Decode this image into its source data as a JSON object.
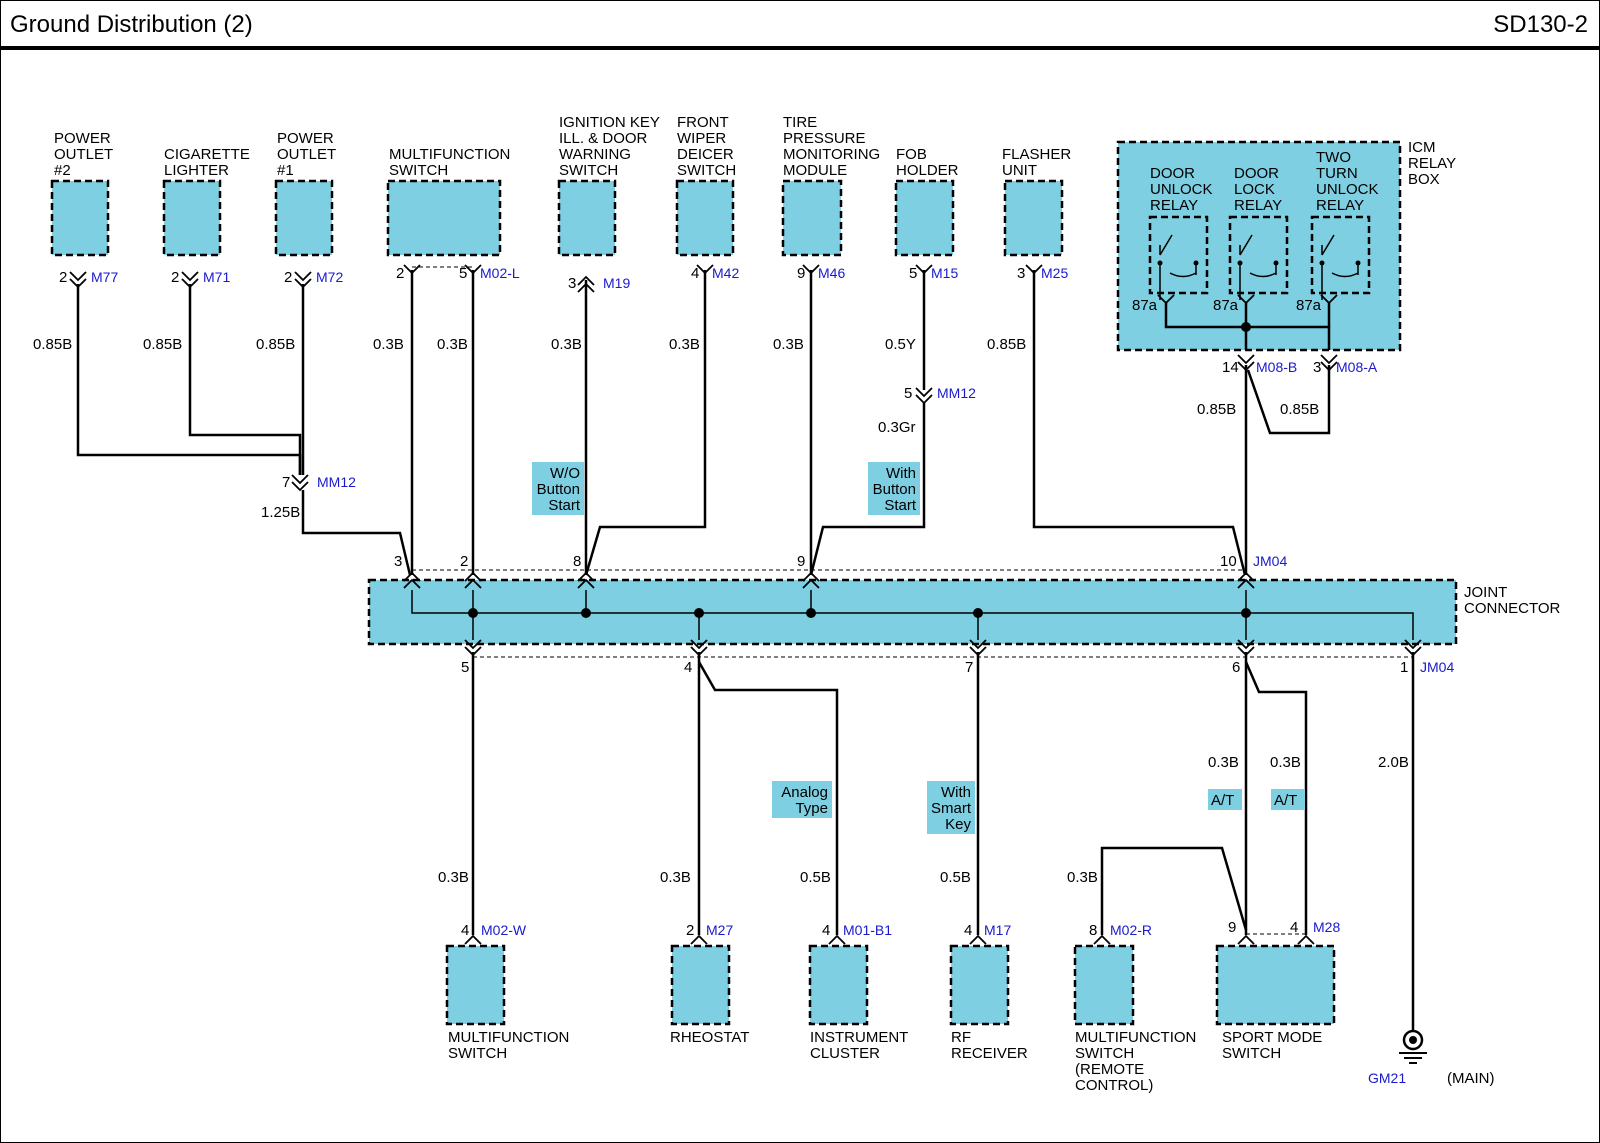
{
  "header": {
    "title": "Ground Distribution (2)",
    "code": "SD130-2"
  },
  "colors": {
    "component_fill": "#7ecfe2",
    "connector_text": "#1a1acc",
    "wire": "#000000"
  },
  "icons": {
    "ground": "ground-icon",
    "relay": "relay-switch-icon"
  },
  "components": {
    "power_outlet_2": [
      "POWER",
      "OUTLET",
      "#2"
    ],
    "cigarette_lighter": [
      "CIGARETTE",
      "LIGHTER"
    ],
    "power_outlet_1": [
      "POWER",
      "OUTLET",
      "#1"
    ],
    "multifunction_switch_top": [
      "MULTIFUNCTION",
      "SWITCH"
    ],
    "ignition_key": [
      "IGNITION KEY",
      "ILL. & DOOR",
      "WARNING",
      "SWITCH"
    ],
    "front_wiper": [
      "FRONT",
      "WIPER",
      "DEICER",
      "SWITCH"
    ],
    "tpms": [
      "TIRE",
      "PRESSURE",
      "MONITORING",
      "MODULE"
    ],
    "fob_holder": [
      "FOB",
      "HOLDER"
    ],
    "flasher_unit": [
      "FLASHER",
      "UNIT"
    ],
    "icm_relay_box": [
      "ICM",
      "RELAY",
      "BOX"
    ],
    "door_unlock_relay": [
      "DOOR",
      "UNLOCK",
      "RELAY"
    ],
    "door_lock_relay": [
      "DOOR",
      "LOCK",
      "RELAY"
    ],
    "two_turn_unlock_relay": [
      "TWO",
      "TURN",
      "UNLOCK",
      "RELAY"
    ],
    "joint_connector": [
      "JOINT",
      "CONNECTOR"
    ],
    "multifunction_switch_bottom": [
      "MULTIFUNCTION",
      "SWITCH"
    ],
    "rheostat": [
      "RHEOSTAT"
    ],
    "instrument_cluster": [
      "INSTRUMENT",
      "CLUSTER"
    ],
    "rf_receiver": [
      "RF",
      "RECEIVER"
    ],
    "multifunction_remote": [
      "MULTIFUNCTION",
      "SWITCH",
      "(REMOTE",
      "CONTROL)"
    ],
    "sport_mode_switch": [
      "SPORT MODE",
      "SWITCH"
    ]
  },
  "connectors": {
    "m77": "M77",
    "m71": "M71",
    "m72": "M72",
    "m02l": "M02-L",
    "m19": "M19",
    "m42": "M42",
    "m46": "M46",
    "m15": "M15",
    "m25": "M25",
    "m08b": "M08-B",
    "m08a": "M08-A",
    "mm12": "MM12",
    "jm04": "JM04",
    "m02w": "M02-W",
    "m27": "M27",
    "m01b1": "M01-B1",
    "m17": "M17",
    "m02r": "M02-R",
    "m28": "M28",
    "gm21": "GM21",
    "gm21_suffix": "(MAIN)"
  },
  "pins": {
    "m77": "2",
    "m71": "2",
    "m72": "2",
    "m02l_a": "2",
    "m02l_b": "5",
    "m19": "3",
    "m42": "4",
    "m46": "9",
    "m15": "5",
    "m25": "3",
    "m08b": "14",
    "m08a": "3",
    "mm12_fob": "5",
    "mm12_main": "7",
    "jm_top": [
      "3",
      "2",
      "8",
      "9",
      "10"
    ],
    "jm_bottom": [
      "5",
      "4",
      "7",
      "6",
      "1"
    ],
    "m02w": "4",
    "m27": "2",
    "m01b1": "4",
    "m17": "4",
    "m02r": "8",
    "m28_a": "9",
    "m28_b": "4",
    "relay": "87a"
  },
  "wires": {
    "m77": "0.85B",
    "m71": "0.85B",
    "m72": "0.85B",
    "mm12_out": "1.25B",
    "m02l_a": "0.3B",
    "m02l_b": "0.3B",
    "m19": "0.3B",
    "m42": "0.3B",
    "m46": "0.3B",
    "m15": "0.5Y",
    "mm12_fob_out": "0.3Gr",
    "m25": "0.85B",
    "m08b": "0.85B",
    "m08a": "0.85B",
    "m02w": "0.3B",
    "m27": "0.3B",
    "m01b1": "0.5B",
    "m17": "0.5B",
    "m02r": "0.3B",
    "at_a": "0.3B",
    "at_b": "0.3B",
    "ground": "2.0B"
  },
  "options": {
    "wo_button": [
      "W/O",
      "Button",
      "Start"
    ],
    "with_button": [
      "With",
      "Button",
      "Start"
    ],
    "analog": [
      "Analog",
      "Type"
    ],
    "smart_key": [
      "With",
      "Smart",
      "Key"
    ],
    "at_a": "A/T",
    "at_b": "A/T"
  }
}
